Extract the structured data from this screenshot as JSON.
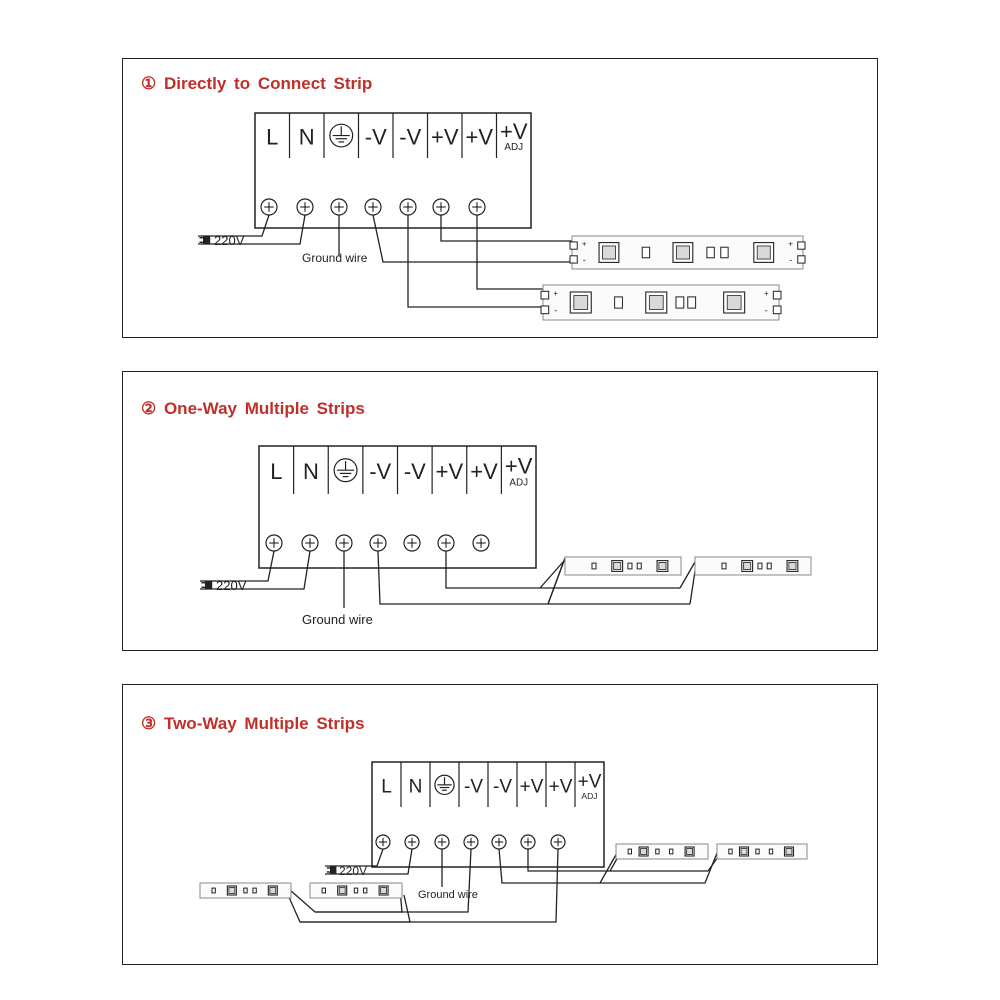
{
  "sections": [
    {
      "title": "① Directly to Connect Strip"
    },
    {
      "title": "② One-Way Multiple Strips"
    },
    {
      "title": "③ Two-Way Multiple Strips"
    }
  ],
  "terminals": [
    "L",
    "N",
    "",
    "-V",
    "-V",
    "+V",
    "+V",
    "+V"
  ],
  "adj_label": "ADJ",
  "icons": {
    "ground": "ground-symbol-icon",
    "terminal": "screw-terminal-icon",
    "plug": "power-plug-icon",
    "led": "smd-led-icon"
  },
  "labels": {
    "voltage": "220V",
    "ground_wire": "Ground wire",
    "plus": "+",
    "minus": "-"
  },
  "colors": {
    "title": "#c0302a",
    "line": "#222222",
    "led_fill": "#d9d9d9",
    "led_red": "#d84040"
  }
}
